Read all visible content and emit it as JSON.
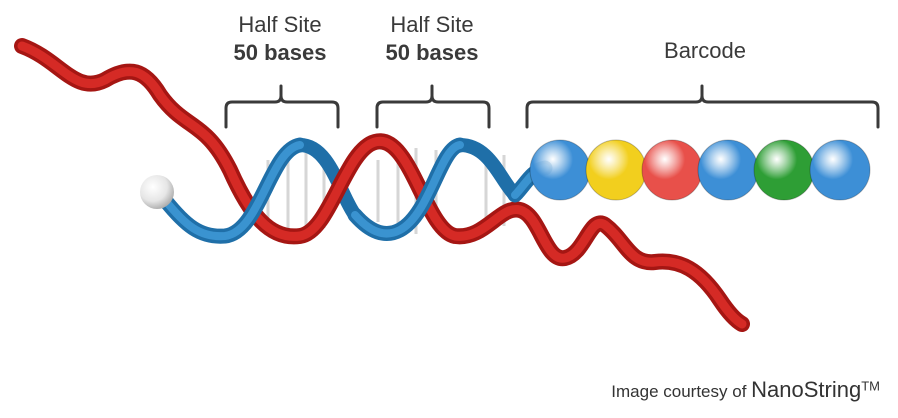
{
  "labels": {
    "half_site_1": {
      "title": "Half Site",
      "count": "50 bases"
    },
    "half_site_2": {
      "title": "Half Site",
      "count": "50 bases"
    },
    "barcode": "Barcode"
  },
  "credit": {
    "prefix": "Image courtesy of ",
    "brand": "NanoString",
    "trademark": "TM"
  },
  "colors": {
    "target_strand": "#c8201e",
    "probe_strand": "#2f86c3",
    "bracket": "#3a3a3a",
    "capture_bead": "#e8e8e8",
    "barcode_spots": [
      "#3d8fd6",
      "#f2cf1e",
      "#e8504a",
      "#3d8fd6",
      "#2e9e35",
      "#3d8fd6"
    ]
  }
}
